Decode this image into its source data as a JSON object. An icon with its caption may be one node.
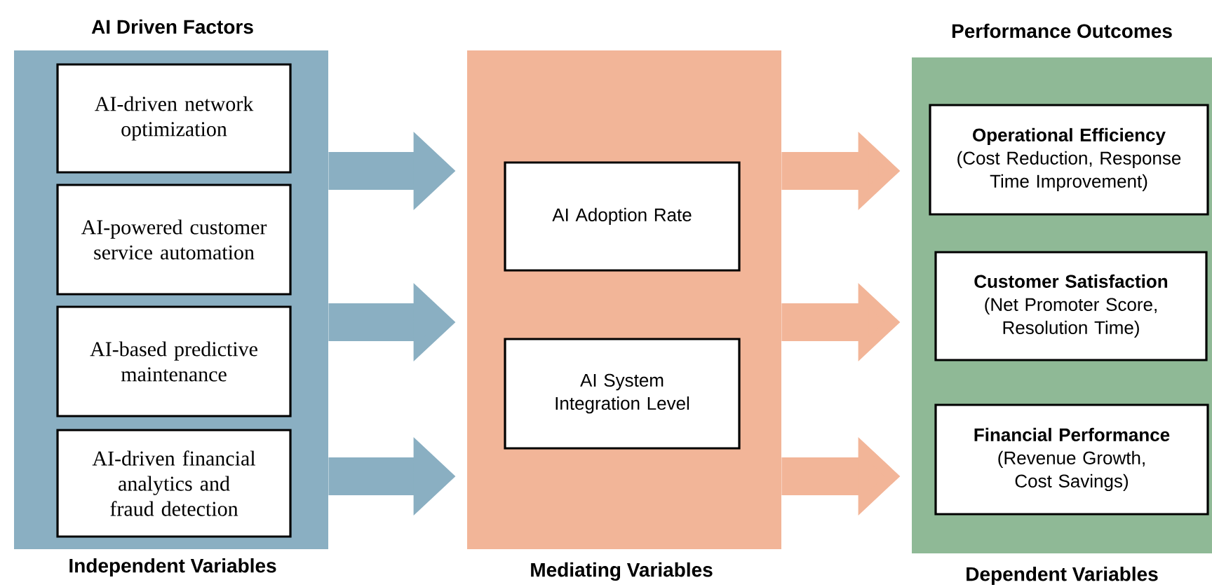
{
  "diagram": {
    "nodes": [
      {
        "text": [
          "AI Driven Factors",
          "Independent Variables"
        ]
      },
      {
        "text": [
          "AI-driven network optimization"
        ],
        "in": 0
      },
      {
        "text": [
          "AI-powered customer service automation"
        ],
        "in": 0
      },
      {
        "text": [
          "AI-based predictive maintenance"
        ],
        "in": 0
      },
      {
        "text": [
          "AI-driven financial analytics and fraud detection"
        ],
        "in": 0
      },
      {
        "text": [
          "Mediating Variables"
        ]
      },
      {
        "text": [
          "AI Adoption Rate"
        ],
        "in": 5
      },
      {
        "text": [
          "AI System Integration Level"
        ],
        "in": 5
      },
      {
        "text": [
          "Performance Outcomes",
          "Dependent Variables"
        ]
      },
      {
        "text": [
          "Operational Efficiency",
          "(Cost Reduction, Response Time Improvement)"
        ],
        "in": 8
      },
      {
        "text": [
          "Customer Satisfaction",
          "(Net Promoter Score, Resolution Time)"
        ],
        "in": 8
      },
      {
        "text": [
          "**Financial Performance** (Revenue Growth, Cost Savings)"
        ],
        "in": 8
      }
    ],
    "edges": [
      {
        "from": 0,
        "to": 5,
        "arrow": "to",
        "color": "#8aafc2"
      },
      {
        "from": 0,
        "to": 5,
        "arrow": "to",
        "color": "#8aafc2"
      },
      {
        "from": 0,
        "to": 5,
        "arrow": "to",
        "color": "#8aafc2"
      },
      {
        "from": 5,
        "to": 8,
        "arrow": "to",
        "color": "#f2b598"
      },
      {
        "from": 5,
        "to": 8,
        "arrow": "to",
        "color": "#f2b598"
      },
      {
        "from": 5,
        "to": 8,
        "arrow": "to",
        "color": "#f2b598"
      }
    ]
  }
}
